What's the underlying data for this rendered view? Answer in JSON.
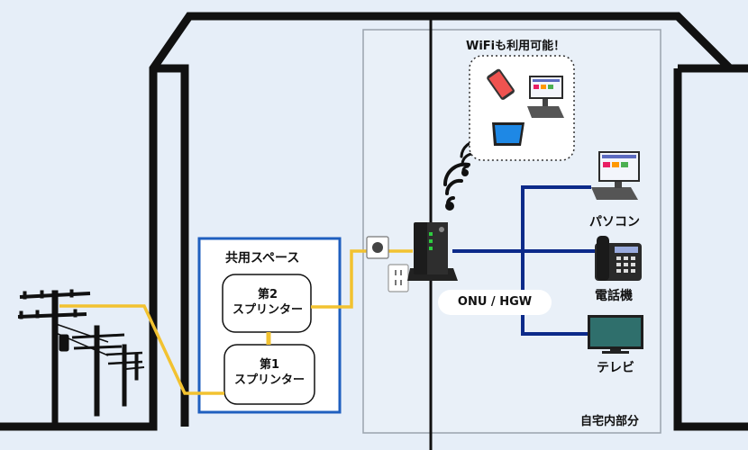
{
  "diagram": {
    "shared_space_label": "共用スペース",
    "splitter2": {
      "line1": "第2",
      "line2": "スプリンター"
    },
    "splitter1": {
      "line1": "第1",
      "line2": "スプリンター"
    },
    "wifi_label": "WiFiも利用可能！",
    "onu_label": "ONU / HGW",
    "pc_label": "パソコン",
    "phone_label": "電話機",
    "tv_label": "テレビ",
    "home_label": "自宅内部分"
  },
  "colors": {
    "background": "#e6eef8",
    "house_line": "#111111",
    "cable_yellow": "#f2c230",
    "cable_blue": "#0c2a8a",
    "shared_box_border": "#1f5fbf",
    "home_area_border": "#9aa3ad"
  },
  "icons": [
    "utility-pole-icon",
    "outlet-icon",
    "onu-router-icon",
    "wifi-signal-icon",
    "smartphone-icon",
    "desktop-pc-icon",
    "tablet-icon",
    "telephone-icon",
    "tv-icon"
  ]
}
